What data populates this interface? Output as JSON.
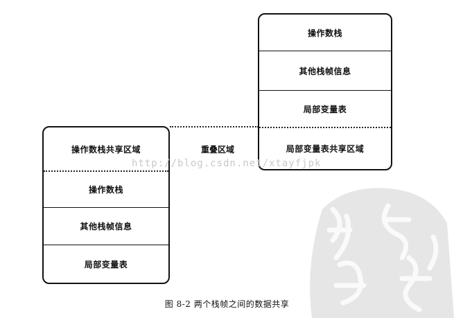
{
  "right_stack": {
    "cells": [
      "操作数栈",
      "其他栈帧信息",
      "局部变量表",
      "局部变量表共享区域"
    ]
  },
  "left_stack": {
    "cells": [
      "操作数栈共享区域",
      "操作数栈",
      "其他栈帧信息",
      "局部变量表"
    ]
  },
  "overlap_label": "重叠区域",
  "watermark": "http://blog.csdn.net/xtayfjpk",
  "caption": "图 8-2   两个栈帧之间的数据共享"
}
